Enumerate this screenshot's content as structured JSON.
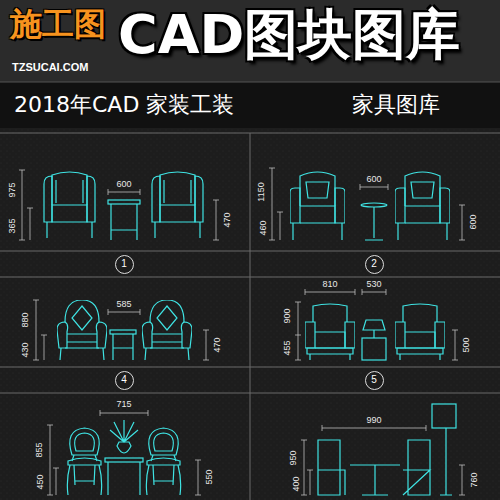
{
  "diagram": {
    "title": "CAD图块图库",
    "nodes": [
      {
        "text": [
          "1"
        ]
      },
      {
        "text": [
          "2"
        ]
      },
      {
        "text": [
          "4"
        ]
      },
      {
        "text": [
          "5"
        ]
      }
    ],
    "labels": [
      "施工图",
      "TZSUCAI.COM",
      "2018年CAD 家装工装",
      "家具图库",
      "975",
      "365",
      "600",
      "470",
      "1150",
      "460",
      "600",
      "600",
      "880",
      "430",
      "585",
      "470",
      "810",
      "530",
      "900",
      "455",
      "500",
      "715",
      "855",
      "450",
      "550",
      "990",
      "950",
      "400",
      "760"
    ]
  }
}
